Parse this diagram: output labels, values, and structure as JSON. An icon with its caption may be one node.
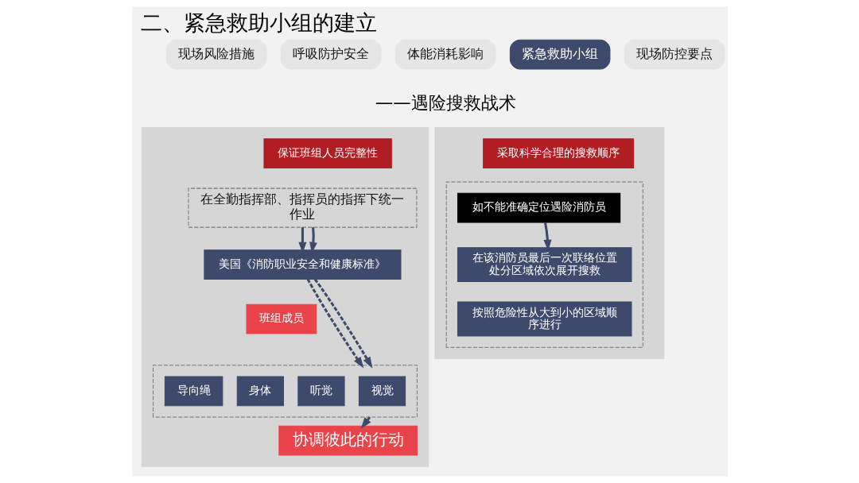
{
  "diagram": {
    "title": "二、紧急救助小组的建立",
    "nodes": [
      {
        "text": [
          "现场风险措施"
        ]
      },
      {
        "text": [
          "呼吸防护安全"
        ]
      },
      {
        "text": [
          "体能消耗影响"
        ]
      },
      {
        "text": [
          "紧急救助小组"
        ]
      },
      {
        "text": [
          "现场防控要点"
        ]
      },
      {
        "text": [],
        "shape": "box"
      },
      {
        "text": [
          "保证班组人员完整性"
        ],
        "in": 5
      },
      {
        "text": [
          "在全勤指挥部、指挥员的指挥下统一作业"
        ],
        "in": 5
      },
      {
        "text": [
          "美国《消防职业安全和健康标准》"
        ],
        "in": 5
      },
      {
        "text": [
          "班组成员"
        ],
        "in": 5
      },
      {
        "text": [],
        "shape": "box",
        "in": 5
      },
      {
        "text": [
          "视觉"
        ],
        "in": 10
      },
      {
        "text": [
          "听觉"
        ],
        "in": 10
      },
      {
        "text": [
          "身体"
        ],
        "in": 10
      },
      {
        "text": [
          "导向绳"
        ],
        "in": 10
      },
      {
        "text": [
          "协调彼此的行动"
        ],
        "in": 5
      },
      {
        "text": [],
        "shape": "box"
      },
      {
        "text": [
          "采取科学合理的搜救顺序"
        ],
        "in": 16
      },
      {
        "text": [],
        "shape": "box",
        "in": 16
      },
      {
        "text": [
          "如不能准确定位遇险消防员"
        ],
        "in": 18
      },
      {
        "text": [
          "在该消防员最后一次联络位置处分区域依次展开搜救"
        ],
        "in": 18
      },
      {
        "text": [
          "按照危险性从大到小的区域顺序进行"
        ],
        "in": 18
      }
    ],
    "edges": [
      {
        "from": 7,
        "to": 8,
        "arrow": "to"
      },
      {
        "from": 7,
        "to": 8,
        "arrow": "to"
      },
      {
        "from": 8,
        "to": 10,
        "arrow": "to",
        "style": "dashed"
      },
      {
        "from": 8,
        "to": 10,
        "arrow": "to",
        "style": "dashed"
      },
      {
        "from": 10,
        "to": 15,
        "arrow": "to",
        "style": "dashed"
      },
      {
        "from": 19,
        "to": 20,
        "arrow": "to"
      }
    ],
    "labels": [
      "——遇险搜救战术"
    ]
  }
}
